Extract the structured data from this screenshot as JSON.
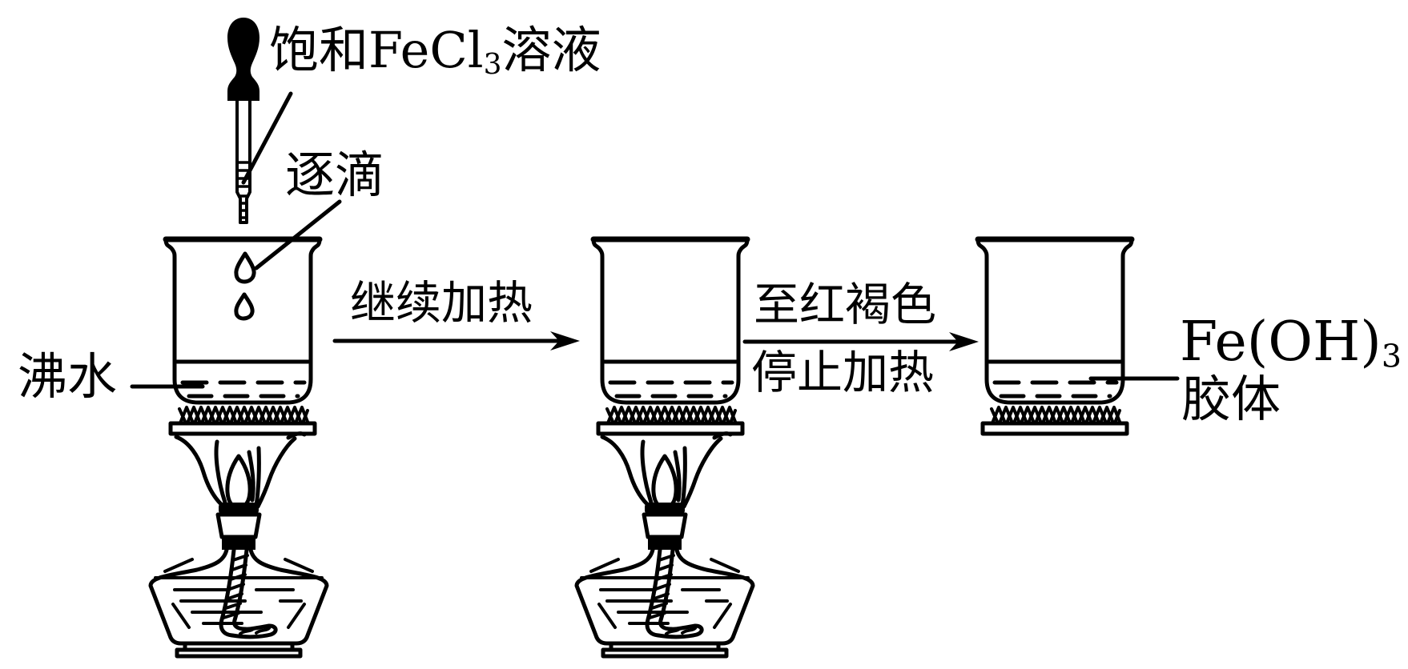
{
  "diagram": {
    "description": "Preparation of Fe(OH)3 colloid by adding saturated FeCl3 solution dropwise to boiling water",
    "dropper_label": {
      "pre": "饱和FeCl",
      "sub": "3",
      "post": "溶液"
    },
    "dropwise_label": "逐滴",
    "boiling_water_label": "沸水",
    "arrow1_label": "继续加热",
    "arrow2_label_line1": "至红褐色",
    "arrow2_label_line2": "停止加热",
    "product_label": {
      "pre": "Fe(OH)",
      "sub": "3",
      "post": ""
    },
    "product_label_line2": "胶体",
    "colors": {
      "ink": "#000000",
      "background": "#ffffff"
    }
  }
}
